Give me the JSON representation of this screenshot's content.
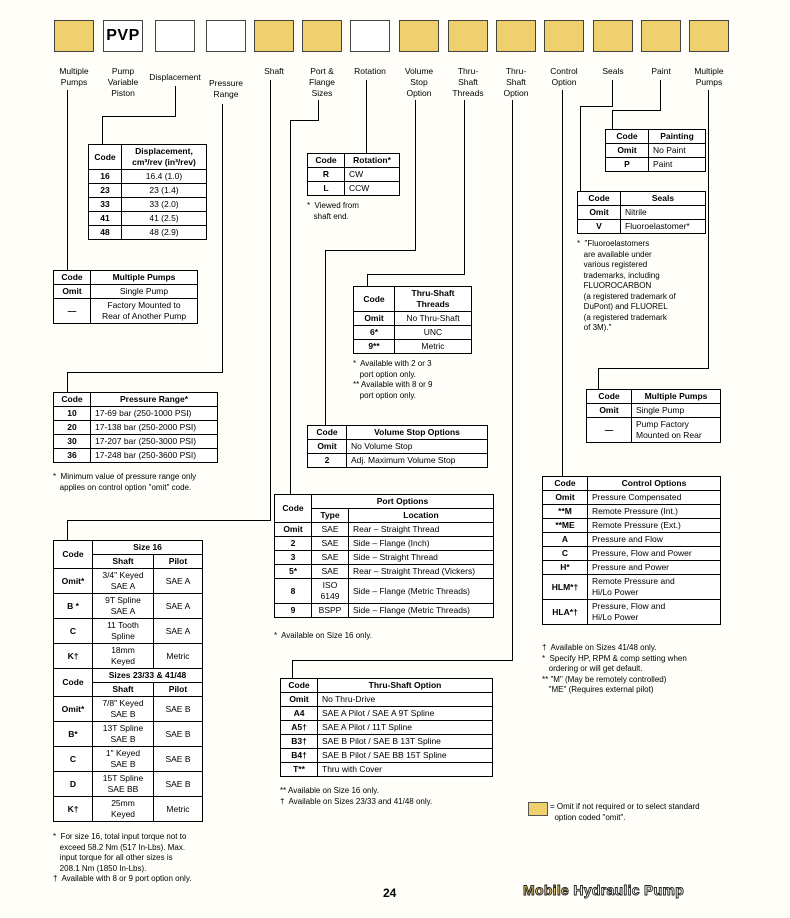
{
  "code_boxes": [
    {
      "label": "Multiple\nPumps"
    },
    {
      "text": "PVP",
      "label": "Pump\nVariable\nPiston"
    },
    {
      "label": "Displacement"
    },
    {
      "label": "Pressure\nRange"
    },
    {
      "label": "Shaft"
    },
    {
      "label": "Port &\nFlange\nSizes"
    },
    {
      "label": "Rotation"
    },
    {
      "label": "Volume\nStop\nOption"
    },
    {
      "label": "Thru-\nShaft\nThreads"
    },
    {
      "label": "Thru-\nShaft\nOption"
    },
    {
      "label": "Control\nOption"
    },
    {
      "label": "Seals"
    },
    {
      "label": "Paint"
    },
    {
      "label": "Multiple\nPumps"
    }
  ],
  "displacement": {
    "headers": [
      "Code",
      "Displacement,\ncm³/rev (in³/rev)"
    ],
    "rows": [
      [
        "16",
        "16.4 (1.0)"
      ],
      [
        "23",
        "23 (1.4)"
      ],
      [
        "33",
        "33 (2.0)"
      ],
      [
        "41",
        "41 (2.5)"
      ],
      [
        "48",
        "48 (2.9)"
      ]
    ]
  },
  "multiple_pumps_left": {
    "headers": [
      "Code",
      "Multiple Pumps"
    ],
    "rows": [
      [
        "Omit",
        "Single Pump"
      ],
      [
        "—",
        "Factory Mounted to\nRear of Another Pump"
      ]
    ]
  },
  "pressure_range": {
    "headers": [
      "Code",
      "Pressure Range*"
    ],
    "rows": [
      [
        "10",
        "17-69 bar (250-1000 PSI)"
      ],
      [
        "20",
        "17-138 bar (250-2000 PSI)"
      ],
      [
        "30",
        "17-207 bar (250-3000 PSI)"
      ],
      [
        "36",
        "17-248 bar (250-3600 PSI)"
      ]
    ],
    "note": "*  Minimum value of pressure range only\n   applies on control option \"omit\" code."
  },
  "shaft": {
    "code_header": "Code",
    "size16_header": "Size 16",
    "sub_headers": [
      "Shaft",
      "Pilot"
    ],
    "size16_rows": [
      [
        "Omit*",
        "3/4\" Keyed\nSAE A",
        "SAE A"
      ],
      [
        "B *",
        "9T Spline\nSAE A",
        "SAE A"
      ],
      [
        "C",
        "11 Tooth\nSpline",
        "SAE A"
      ],
      [
        "K†",
        "18mm\nKeyed",
        "Metric"
      ]
    ],
    "size23_header": "Sizes 23/33 & 41/48",
    "size23_rows": [
      [
        "Omit*",
        "7/8\" Keyed\nSAE B",
        "SAE B"
      ],
      [
        "B*",
        "13T Spline\nSAE B",
        "SAE B"
      ],
      [
        "C",
        "1\" Keyed\nSAE B",
        "SAE B"
      ],
      [
        "D",
        "15T Spline\nSAE BB",
        "SAE B"
      ],
      [
        "K†",
        "25mm\nKeyed",
        "Metric"
      ]
    ],
    "note": "*  For size 16, total input torque not to\n   exceed 58.2 Nm (517 In-Lbs). Max.\n   input torque for all other sizes is\n   208.1 Nm (1850 In-Lbs).\n†  Available with 8 or 9 port option only."
  },
  "rotation": {
    "headers": [
      "Code",
      "Rotation*"
    ],
    "rows": [
      [
        "R",
        "CW"
      ],
      [
        "L",
        "CCW"
      ]
    ],
    "note": "*  Viewed from\n   shaft end."
  },
  "thru_shaft_threads": {
    "headers": [
      "Code",
      "Thru-Shaft\nThreads"
    ],
    "rows": [
      [
        "Omit",
        "No Thru-Shaft"
      ],
      [
        "6*",
        "UNC"
      ],
      [
        "9**",
        "Metric"
      ]
    ],
    "note": "*  Available with 2 or 3\n   port option only.\n** Available with 8 or 9\n   port option only."
  },
  "volume_stop": {
    "headers": [
      "Code",
      "Volume Stop Options"
    ],
    "rows": [
      [
        "Omit",
        "No Volume Stop"
      ],
      [
        "2",
        "Adj. Maximum Volume Stop"
      ]
    ]
  },
  "port_options": {
    "headers": [
      "Code",
      "Port Options",
      "Type",
      "Location"
    ],
    "rows": [
      [
        "Omit",
        "SAE",
        "Rear – Straight Thread"
      ],
      [
        "2",
        "SAE",
        "Side – Flange (Inch)"
      ],
      [
        "3",
        "SAE",
        "Side – Straight Thread"
      ],
      [
        "5*",
        "SAE",
        "Rear – Straight Thread (Vickers)"
      ],
      [
        "8",
        "ISO\n6149",
        "Side – Flange (Metric Threads)"
      ],
      [
        "9",
        "BSPP",
        "Side – Flange (Metric Threads)"
      ]
    ],
    "note": "*  Available on Size 16 only."
  },
  "thru_shaft_option": {
    "headers": [
      "Code",
      "Thru-Shaft Option"
    ],
    "rows": [
      [
        "Omit",
        "No Thru-Drive"
      ],
      [
        "A4",
        "SAE A Pilot / SAE A 9T Spline"
      ],
      [
        "A5†",
        "SAE A Pilot / 11T Spline"
      ],
      [
        "B3†",
        "SAE B Pilot / SAE B 13T Spline"
      ],
      [
        "B4†",
        "SAE B Pilot / SAE BB 15T Spline"
      ],
      [
        "T**",
        "Thru with Cover"
      ]
    ],
    "note": "** Available on Size 16 only.\n†  Available on Sizes 23/33 and 41/48 only."
  },
  "painting": {
    "headers": [
      "Code",
      "Painting"
    ],
    "rows": [
      [
        "Omit",
        "No Paint"
      ],
      [
        "P",
        "Paint"
      ]
    ]
  },
  "seals": {
    "headers": [
      "Code",
      "Seals"
    ],
    "rows": [
      [
        "Omit",
        "Nitrile"
      ],
      [
        "V",
        "Fluoroelastomer*"
      ]
    ],
    "note": "*  \"Fluoroelastomers\n   are available under\n   various registered\n   trademarks, including\n   FLUOROCARBON\n   (a registered trademark of\n   DuPont) and FLUOREL\n   (a registered trademark\n   of 3M).\""
  },
  "multiple_pumps_right": {
    "headers": [
      "Code",
      "Multiple Pumps"
    ],
    "rows": [
      [
        "Omit",
        "Single Pump"
      ],
      [
        "—",
        "Pump Factory\nMounted on Rear"
      ]
    ]
  },
  "control_options": {
    "headers": [
      "Code",
      "Control Options"
    ],
    "rows": [
      [
        "Omit",
        "Pressure Compensated"
      ],
      [
        "**M",
        "Remote Pressure (Int.)"
      ],
      [
        "**ME",
        "Remote Pressure (Ext.)"
      ],
      [
        "A",
        "Pressure and Flow"
      ],
      [
        "C",
        "Pressure, Flow and Power"
      ],
      [
        "H*",
        "Pressure and Power"
      ],
      [
        "HLM*†",
        "Remote Pressure and\nHi/Lo Power"
      ],
      [
        "HLA*†",
        "Pressure, Flow and\nHi/Lo Power"
      ]
    ],
    "note": "†  Available on Sizes 41/48 only.\n*  Specify HP, RPM & comp setting when\n   ordering or will get default.\n** \"M\" (May be remotely controlled)\n   \"ME\" (Requires external pilot)"
  },
  "legend": "= Omit if not required or to select standard\n  option coded \"omit\".",
  "page_number": "24",
  "footer_brand": [
    "Mobile",
    "Hydraulic Pump"
  ],
  "colors": {
    "code_box_fill": "#efd06f",
    "page_bg": "#fffef9"
  }
}
